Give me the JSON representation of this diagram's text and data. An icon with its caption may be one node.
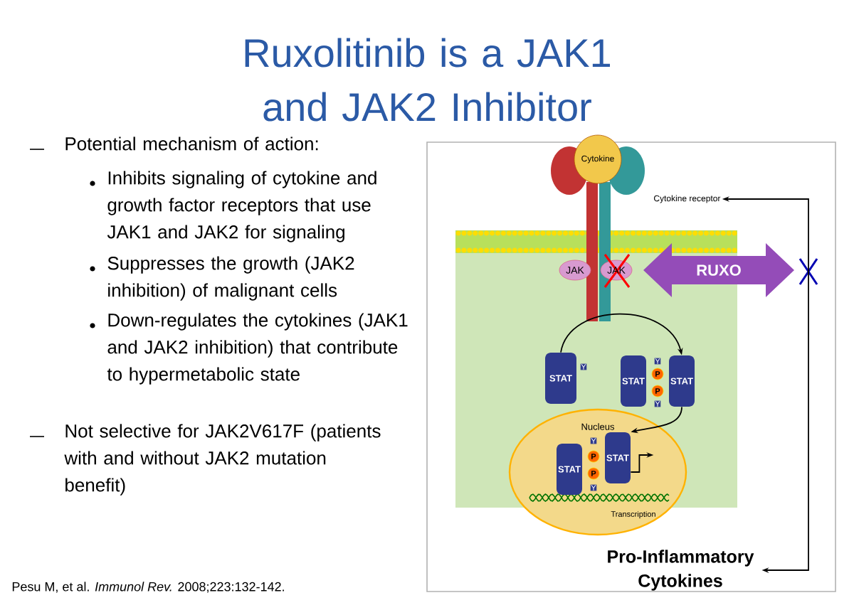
{
  "diagram": {
    "title": "Ruxolitinib is a JAK1 and JAK2 Inhibitor",
    "nodes": [
      {
        "text": [
          "Cytokine"
        ]
      },
      {
        "text": [
          "Cytokine receptor"
        ]
      },
      {
        "text": [
          "JAK"
        ]
      },
      {
        "text": [
          "JAK"
        ]
      },
      {
        "text": [
          "RUXO"
        ]
      },
      {
        "text": [
          "STAT"
        ]
      },
      {
        "text": [
          "STAT"
        ]
      },
      {
        "text": [
          "STAT"
        ]
      },
      {
        "text": [
          "Nucleus",
          "Transcription"
        ]
      },
      {
        "text": [
          "STAT"
        ],
        "in": 8
      },
      {
        "text": [
          "STAT"
        ],
        "in": 8
      },
      {
        "text": [
          "Pro-Inflammatory Cytokines"
        ]
      }
    ],
    "edges": [
      {
        "from": 5,
        "to": 6,
        "arrow": "to"
      },
      {
        "from": 6,
        "to": 10,
        "arrow": "to"
      },
      {
        "from": 1,
        "to": 11,
        "arrow": "both"
      },
      {
        "from": 10,
        "to": null,
        "arrow": "to"
      }
    ],
    "labels": [
      "Potential mechanism of action:",
      "Inhibits signaling of cytokine and growth factor receptors that use JAK1 and JAK2 for signaling",
      "Suppresses the growth (JAK2 inhibition) of malignant cells",
      "Down-regulates the cytokines (JAK1 and JAK2 inhibition) that contribute to hypermetabolic state",
      "Not selective for JAK2V617F (patients with and without JAK2 mutation benefit)",
      "Y",
      "Y",
      "Y",
      "P",
      "P",
      "Y",
      "Y",
      "P",
      "P",
      "Pesu M, et al. *Immunol Rev.* 2008;223:132-142."
    ]
  }
}
